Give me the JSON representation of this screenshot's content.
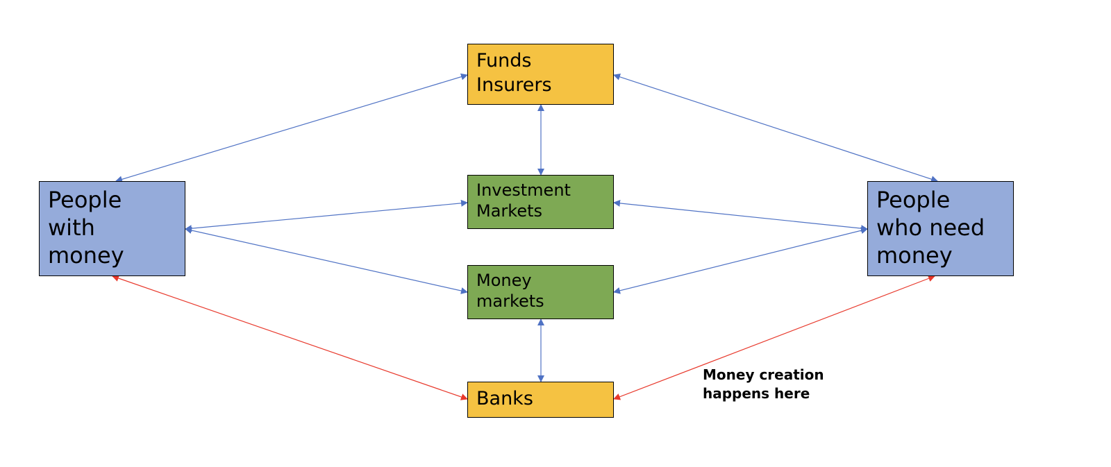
{
  "colors": {
    "blue_node": "#95abda",
    "green_node": "#7ea954",
    "yellow_node": "#f5c242",
    "blue_arrow": "#4f72c4",
    "red_arrow": "#e8392c"
  },
  "nodes": {
    "funds": {
      "lines": [
        "Funds",
        "Insurers"
      ]
    },
    "investment_markets": {
      "lines": [
        "Investment",
        "Markets"
      ]
    },
    "money_markets": {
      "lines": [
        "Money",
        "markets"
      ]
    },
    "banks": {
      "lines": [
        "Banks"
      ]
    },
    "people_with_money": {
      "lines": [
        "People",
        "with",
        "money"
      ]
    },
    "people_who_need_money": {
      "lines": [
        "People",
        "who need",
        "money"
      ]
    }
  },
  "annotation": {
    "lines": [
      "Money creation",
      "happens here"
    ]
  },
  "connections": [
    {
      "from": "people_with_money",
      "to": "funds",
      "color": "blue"
    },
    {
      "from": "funds",
      "to": "people_who_need_money",
      "color": "blue"
    },
    {
      "from": "funds",
      "to": "investment_markets",
      "color": "blue"
    },
    {
      "from": "people_with_money",
      "to": "investment_markets",
      "color": "blue"
    },
    {
      "from": "investment_markets",
      "to": "people_who_need_money",
      "color": "blue"
    },
    {
      "from": "people_with_money",
      "to": "money_markets",
      "color": "blue"
    },
    {
      "from": "money_markets",
      "to": "people_who_need_money",
      "color": "blue"
    },
    {
      "from": "money_markets",
      "to": "banks",
      "color": "blue"
    },
    {
      "from": "people_with_money",
      "to": "banks",
      "color": "red"
    },
    {
      "from": "banks",
      "to": "people_who_need_money",
      "color": "red"
    }
  ]
}
